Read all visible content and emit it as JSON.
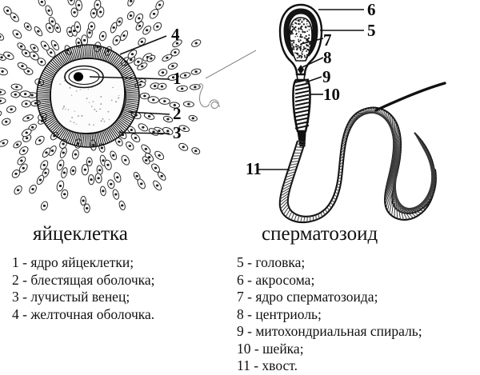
{
  "figure": {
    "title_ovum": "яйцеклетка",
    "title_sperm": "сперматозоид",
    "style": {
      "ink": "#111111",
      "background": "#ffffff",
      "acrosome_fill": "#141414",
      "nucleolus_fill": "#000000"
    }
  },
  "callouts": {
    "ovum": [
      {
        "id": "4",
        "label": "4"
      },
      {
        "id": "1",
        "label": "1"
      },
      {
        "id": "2",
        "label": "2"
      },
      {
        "id": "3",
        "label": "3"
      }
    ],
    "sperm": [
      {
        "id": "6",
        "label": "6"
      },
      {
        "id": "5",
        "label": "5"
      },
      {
        "id": "7",
        "label": "7"
      },
      {
        "id": "8",
        "label": "8"
      },
      {
        "id": "9",
        "label": "9"
      },
      {
        "id": "10",
        "label": "10"
      },
      {
        "id": "11",
        "label": "11"
      }
    ]
  },
  "legend_ovum": [
    "1 - ядро яйцеклетки;",
    "2 - блестящая оболочка;",
    "3 - лучистый венец;",
    "4 - желточная оболочка."
  ],
  "legend_sperm": [
    "5 - головка;",
    "6 - акросома;",
    "7 - ядро сперматозоида;",
    "8 - центриоль;",
    "9 - митохондриальная спираль;",
    "10 - шейка;",
    "11 - хвост."
  ],
  "parts": {
    "ovum_nucleus": "ядро яйцеклетки",
    "zona_pellucida": "блестящая оболочка",
    "corona_radiata": "лучистый венец",
    "vitelline_membrane": "желточная оболочка",
    "sperm_head": "головка",
    "acrosome": "акросома",
    "sperm_nucleus": "ядро сперматозоида",
    "centriole": "центриоль",
    "mitochondrial_spiral": "митохондриальная спираль",
    "neck": "шейка",
    "tail": "хвост"
  }
}
